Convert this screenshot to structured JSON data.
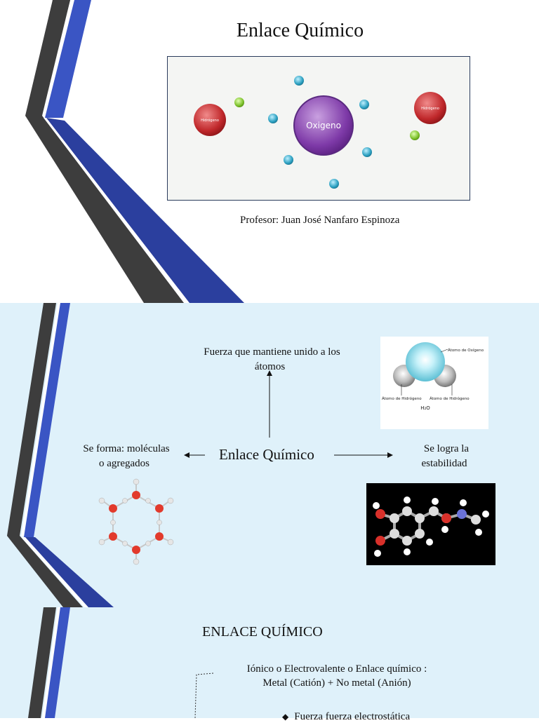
{
  "slide1": {
    "title": "Enlace Químico",
    "diagram": {
      "center_label": "Oxigeno",
      "left_label": "Hidrógeno",
      "right_label": "Hidrógeno"
    },
    "professor": "Profesor: Juan José Nanfaro Espinoza"
  },
  "slide2": {
    "center": "Enlace Químico",
    "top_text_line1": "Fuerza que mantiene unido a los",
    "top_text_line2": "átomos",
    "left_text_line1": "Se forma: moléculas",
    "left_text_line2": "o agregados",
    "right_text_line1": "Se logra la",
    "right_text_line2": "estabilidad",
    "bullet_glyph": "",
    "water_image": {
      "label_oxygen": "Átomo de Oxígeno",
      "label_h_left": "Átomo de Hidrógeno",
      "label_h_right": "Átomo de Hidrógeno",
      "formula": "H₂O"
    }
  },
  "slide3": {
    "title": "ENLACE QUÍMICO",
    "ionic_line1": "Iónico o Electrovalente  o Enlace químico :",
    "ionic_line2": "Metal (Catión) + No metal (Anión)",
    "cut_text": "Fuerza fuerza electrostática",
    "cut_bullet": "◆"
  },
  "colors": {
    "blue": "#3a55c4",
    "darkgray": "#3d3d3d",
    "slide_bg": "#dff1fa",
    "oxygen_purple": "#8a4bb0",
    "hydrogen_red": "#c0282b",
    "atom_cyan": "#2a9fc0",
    "atom_green": "#7cc02a"
  }
}
